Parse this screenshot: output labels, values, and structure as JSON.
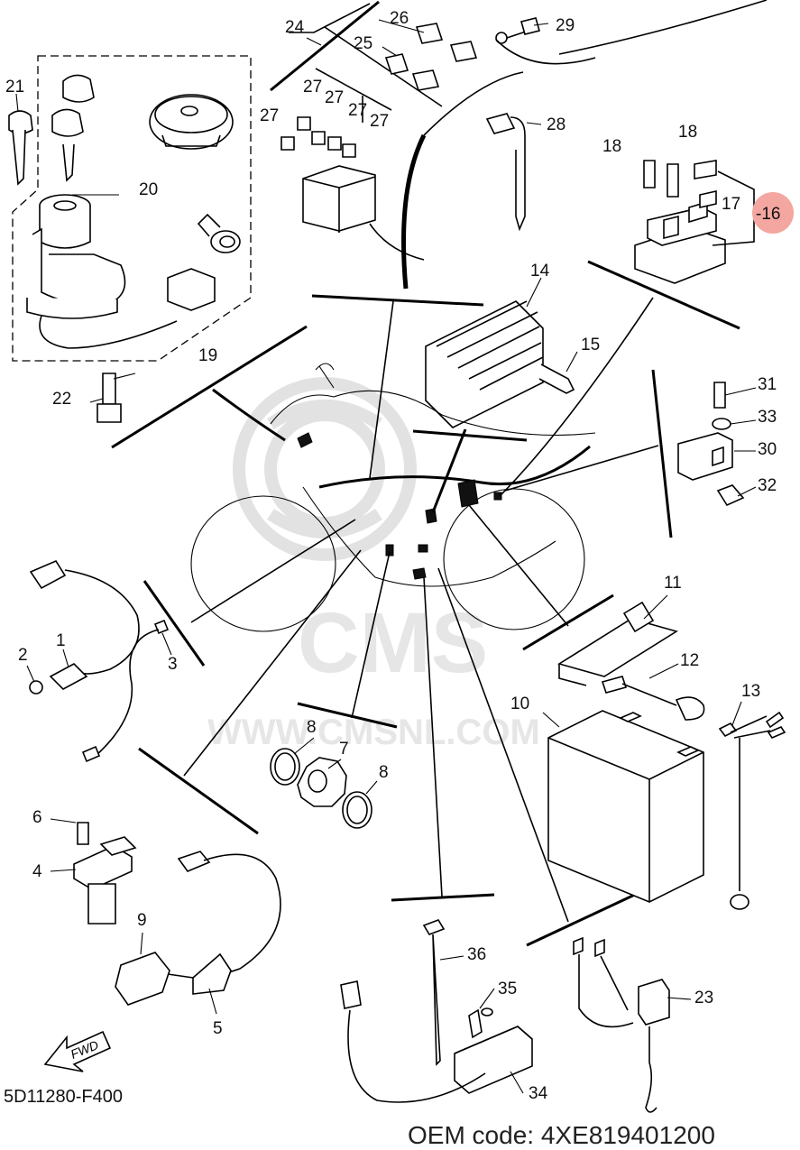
{
  "watermark": {
    "brand": "CMS",
    "url": "WWW.CMSNL.COM"
  },
  "diagram_code": "5D11280-F400",
  "oem_code": "OEM code: 4XE819401200",
  "direction_marker": "FWD",
  "highlight_color": "#f4a6a0",
  "parts": {
    "p1": "1",
    "p2": "2",
    "p3": "3",
    "p4": "4",
    "p5": "5",
    "p6": "6",
    "p7": "7",
    "p8a": "8",
    "p8b": "8",
    "p9": "9",
    "p10": "10",
    "p11": "11",
    "p12": "12",
    "p13": "13",
    "p14": "14",
    "p15": "15",
    "p16": "-16",
    "p17": "17",
    "p18a": "18",
    "p18b": "18",
    "p19": "19",
    "p20": "20",
    "p21": "21",
    "p22": "22",
    "p23": "23",
    "p24": "24",
    "p25": "25",
    "p26": "26",
    "p27a": "27",
    "p27b": "27",
    "p27c": "27",
    "p27d": "27",
    "p27e": "27",
    "p28": "28",
    "p29": "29",
    "p30": "30",
    "p31": "31",
    "p32": "32",
    "p33": "33",
    "p34": "34",
    "p35": "35",
    "p36": "36"
  }
}
